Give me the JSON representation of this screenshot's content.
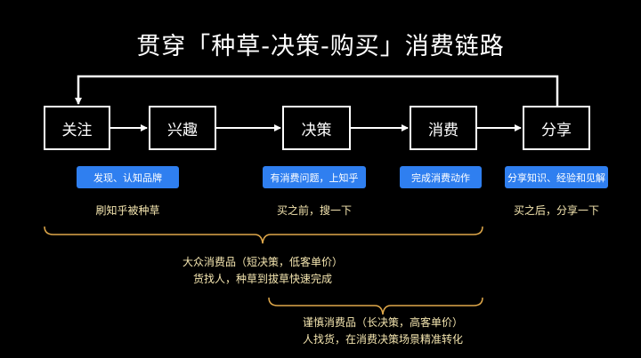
{
  "title": "贯穿「种草-决策-购买」消费链路",
  "stages": [
    {
      "label": "关注"
    },
    {
      "label": "兴趣"
    },
    {
      "label": "决策"
    },
    {
      "label": "消费"
    },
    {
      "label": "分享"
    }
  ],
  "tags": {
    "discover": "发现、认知品牌",
    "consult": "有消费问题，上知乎",
    "purchase": "完成消费动作",
    "share": "分享知识、经验和见解"
  },
  "captions": {
    "seed": "刷知乎被种草",
    "before_buy": "买之前，搜一下",
    "after_buy": "买之后，分享一下"
  },
  "notes": {
    "mass": {
      "line1": "大众消费品（短决策，低客单价）",
      "line2": "货找人，种草到拔草快速完成"
    },
    "careful": {
      "line1": "谨慎消费品（长决策，高客单价）",
      "line2": "人找货，在消费决策场景精准转化"
    }
  },
  "colors": {
    "background": "#000000",
    "box_border": "#ffffff",
    "tag": "#2f7ff0",
    "caption": "#f5e6b0",
    "brace": "#e0a84a"
  }
}
